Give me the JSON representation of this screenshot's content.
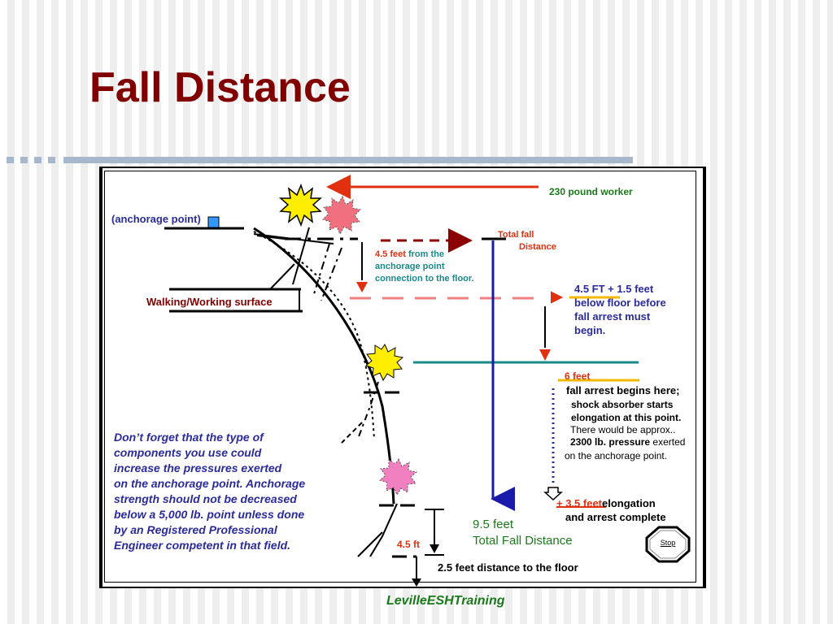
{
  "slide": {
    "title": "Fall Distance",
    "footer": "LevilleESHTraining"
  },
  "labels": {
    "worker": "230 pound worker",
    "anchorage": "(anchorage point)",
    "walking_surface": "Walking/Working surface",
    "total_fall_line1": "Total fall",
    "total_fall_line2": "Distance",
    "from_anchor_value": "4.5 feet",
    "from_anchor_line1": "from the",
    "from_anchor_line2": "anchorage point",
    "from_anchor_line3": "connection to the floor.",
    "below_floor_line1": "4.5 FT  +  1.5 feet",
    "below_floor_line2": "below floor before",
    "below_floor_line3": "fall arrest must",
    "below_floor_line4": "begin.",
    "six_feet": "6 feet",
    "arrest_begins": "fall arrest begins here;",
    "shock_line1": "shock absorber starts",
    "shock_line2": "elongation at this point.",
    "approx_line": "There would be approx..",
    "pressure_value": "2300 lb. pressure",
    "pressure_suffix": "exerted",
    "pressure_line2": "on the anchorage point.",
    "elongation_value": "+ 3.5 feet",
    "elongation_word": "elongation",
    "arrest_complete": "and arrest complete",
    "total_distance_value": "9.5 feet",
    "total_distance_label": "Total Fall Distance",
    "four_five_ft": "4.5 ft",
    "floor_distance": "2.5 feet distance to the floor",
    "stop_button": "Stop"
  },
  "note": "Don’t forget that the type of\ncomponents you use could\nincrease the pressures exerted\non the anchorage point.  Anchorage\nstrength should not be decreased\nbelow a 5,000 lb. point unless done\nby an Registered Professional\nEngineer competent in that field.",
  "colors": {
    "title": "#800000",
    "note": "#2b2b9a",
    "arrow_red": "#e03010",
    "total_line": "#1a1aaa",
    "teal_line": "#1a8a8a",
    "pink_dash": "#f08080",
    "orange_line": "#f5b800",
    "burst_yellow": "#ffee00",
    "burst_pink": "#f080a0"
  },
  "icons": [
    "star-burst-icon",
    "arrow-down-icon",
    "arrow-right-icon",
    "stop-octagon-icon"
  ]
}
